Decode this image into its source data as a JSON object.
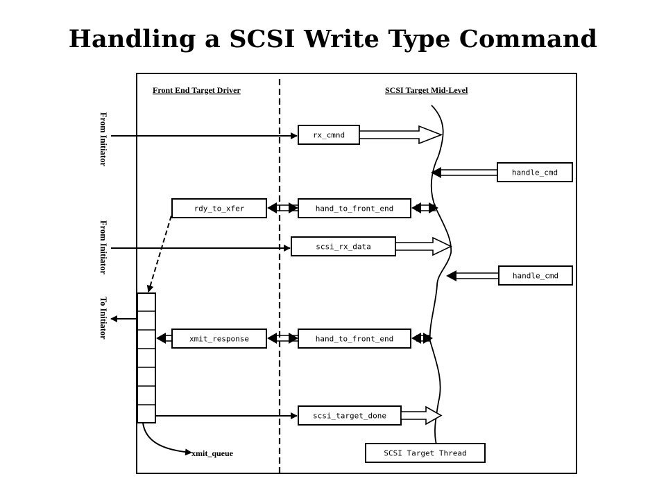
{
  "title": "Handling a SCSI Write Type Command",
  "left_header": "Front End Target Driver",
  "right_header": "SCSI Target Mid-Level",
  "side_labels": {
    "from_initiator_1": "From Initiator",
    "from_initiator_2": "From Initiator",
    "to_initiator": "To Initiator"
  },
  "boxes": {
    "rx_cmnd": "rx_cmnd",
    "handle_cmd_1": "handle_cmd",
    "rdy_to_xfer": "rdy_to_xfer",
    "hand_to_front_end_1": "hand_to_front_end",
    "scsi_rx_data": "scsi_rx_data",
    "handle_cmd_2": "handle_cmd",
    "xmit_response": "xmit_response",
    "hand_to_front_end_2": "hand_to_front_end",
    "scsi_target_done": "scsi_target_done",
    "scsi_target_thread": "SCSI Target Thread"
  },
  "xmit_queue_label": "xmit_queue"
}
